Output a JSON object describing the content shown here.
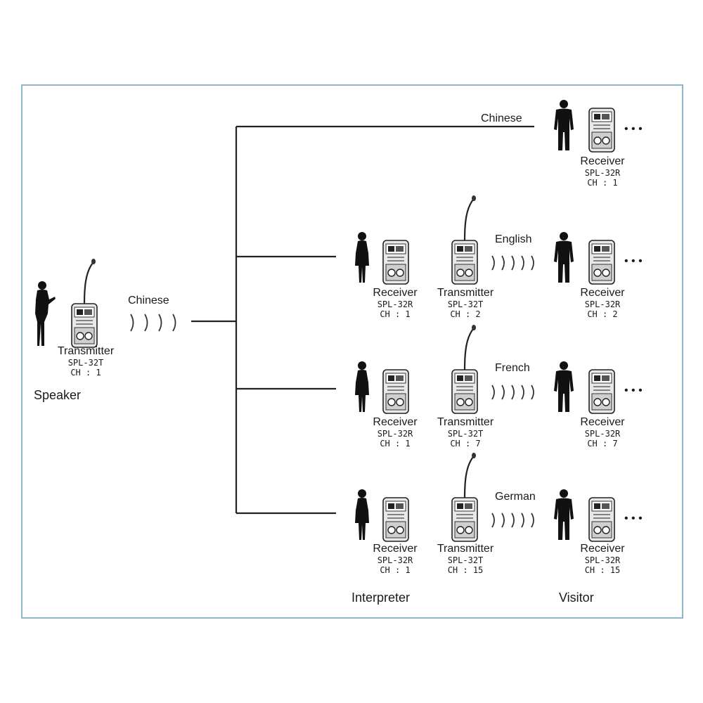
{
  "roles": {
    "speaker": "Speaker",
    "interpreter": "Interpreter",
    "visitor": "Visitor"
  },
  "speaker": {
    "language": "Chinese",
    "device": {
      "title": "Transmitter",
      "model": "SPL-32T",
      "channel": "CH : 1"
    }
  },
  "direct_feed": {
    "language": "Chinese",
    "visitor_device": {
      "title": "Receiver",
      "model": "SPL-32R",
      "channel": "CH : 1"
    }
  },
  "rows": [
    {
      "language": "English",
      "interpreter_receiver": {
        "title": "Receiver",
        "model": "SPL-32R",
        "channel": "CH : 1"
      },
      "interpreter_transmitter": {
        "title": "Transmitter",
        "model": "SPL-32T",
        "channel": "CH : 2"
      },
      "visitor_receiver": {
        "title": "Receiver",
        "model": "SPL-32R",
        "channel": "CH : 2"
      }
    },
    {
      "language": "French",
      "interpreter_receiver": {
        "title": "Receiver",
        "model": "SPL-32R",
        "channel": "CH : 1"
      },
      "interpreter_transmitter": {
        "title": "Transmitter",
        "model": "SPL-32T",
        "channel": "CH : 7"
      },
      "visitor_receiver": {
        "title": "Receiver",
        "model": "SPL-32R",
        "channel": "CH : 7"
      }
    },
    {
      "language": "German",
      "interpreter_receiver": {
        "title": "Receiver",
        "model": "SPL-32R",
        "channel": "CH : 1"
      },
      "interpreter_transmitter": {
        "title": "Transmitter",
        "model": "SPL-32T",
        "channel": "CH : 15"
      },
      "visitor_receiver": {
        "title": "Receiver",
        "model": "SPL-32R",
        "channel": "CH : 15"
      }
    }
  ],
  "ellipsis": "• • •",
  "icons": {
    "person": "person-silhouette-icon",
    "receiver": "receiver-device-icon",
    "transmitter": "transmitter-device-icon",
    "waves": "radio-waves-icon"
  },
  "colors": {
    "frame": "#8fb6c6",
    "ink": "#1a1a1a"
  }
}
